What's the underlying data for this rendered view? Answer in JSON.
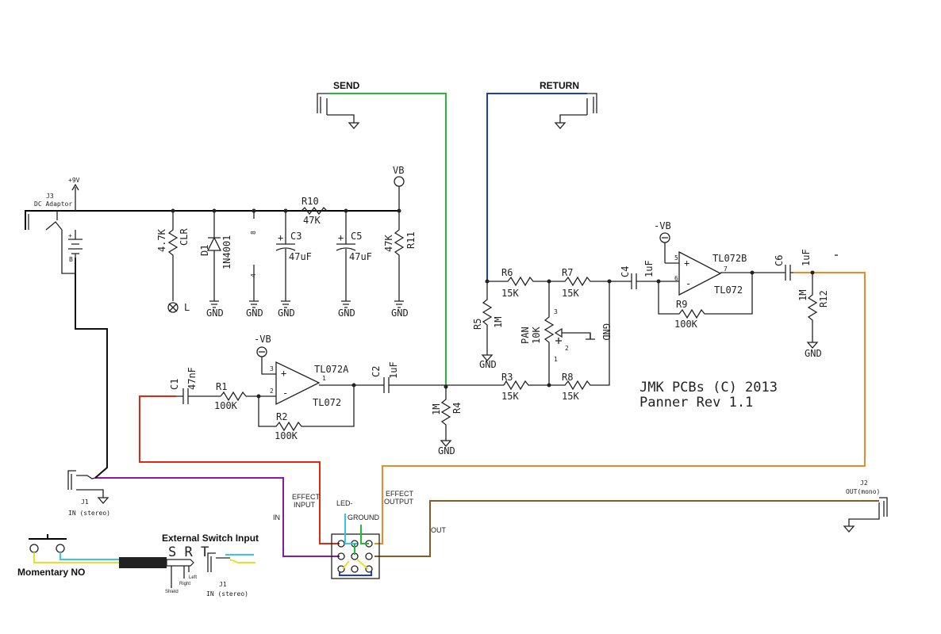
{
  "colors": {
    "green": "#22bb33",
    "blue": "#1a3cc8",
    "red": "#e02a10",
    "orange": "#f08a1e",
    "purple": "#8a1aa0",
    "brown": "#8a5a20",
    "cyan": "#33c8e8",
    "yellow": "#e8e020",
    "black": "#111111"
  },
  "jacks": {
    "send": "SEND",
    "return": "RETURN",
    "j3_ref": "J3",
    "j3_name": "DC Adaptor",
    "plus9v": "+9V",
    "j1_ref": "J1",
    "j1_name": "IN (stereo)",
    "j2_ref": "J2",
    "j2_name": "OUT(mono)",
    "j1b_ref": "J1",
    "j1b_name": "IN (stereo)"
  },
  "power": {
    "vb": "VB",
    "r10_ref": "R10",
    "r10_val": "47K",
    "r11_ref": "R11",
    "r11_val": "47K",
    "clr_ref": "CLR",
    "clr_val": "4.7K",
    "d1_ref": "D1",
    "d1_val": "1N4001",
    "pin8": "8",
    "pin4": "4",
    "c3_ref": "C3",
    "c3_val": "47uF",
    "c5_ref": "C5",
    "c5_val": "47uF",
    "led_label": "L",
    "plus": "+",
    "bat_plus": "+",
    "bat_b": "B"
  },
  "gnd": "GND",
  "minus_vb": "-VB",
  "opamp_a": {
    "ref": "TL072A",
    "part": "TL072",
    "pin3": "3",
    "pin2": "2",
    "pin1": "1",
    "plus": "+",
    "minus": "-"
  },
  "opamp_b": {
    "ref": "TL072B",
    "part": "TL072",
    "pin5": "5",
    "pin6": "6",
    "pin7": "7",
    "plus": "+",
    "minus": "-"
  },
  "input_stage": {
    "c1_ref": "C1",
    "c1_val": "47nF",
    "r1_ref": "R1",
    "r1_val": "100K",
    "r2_ref": "R2",
    "r2_val": "100K",
    "c2_ref": "C2",
    "c2_val": "1uF",
    "r4_ref": "R4",
    "r4_val": "1M"
  },
  "pan_stage": {
    "r5_ref": "R5",
    "r5_val": "1M",
    "r6_ref": "R6",
    "r6_val": "15K",
    "r7_ref": "R7",
    "r7_val": "15K",
    "r3_ref": "R3",
    "r3_val": "15K",
    "r8_ref": "R8",
    "r8_val": "15K",
    "pan_ref": "PAN",
    "pan_val": "10K",
    "pot_pin3": "3",
    "pot_pin2": "2",
    "pot_pin1": "1"
  },
  "output_stage": {
    "c4_ref": "C4",
    "c4_val": "1uF",
    "r9_ref": "R9",
    "r9_val": "100K",
    "c6_ref": "C6",
    "c6_val": "1uF",
    "r12_ref": "R12",
    "r12_val": "1M"
  },
  "title": {
    "line1": "JMK PCBs (C) 2013",
    "line2": "Panner Rev 1.1"
  },
  "switch": {
    "effect_input": [
      "EFFECT",
      "INPUT"
    ],
    "effect_output": [
      "EFFECT",
      "OUTPUT"
    ],
    "led": "LED-",
    "ground": "GROUND",
    "in": "IN",
    "out": "OUT"
  },
  "external": {
    "title": "External Switch Input",
    "srt": "S R T",
    "shield": "Shield",
    "right": "Right",
    "left": "Left",
    "momentary": "Momentary NO"
  }
}
